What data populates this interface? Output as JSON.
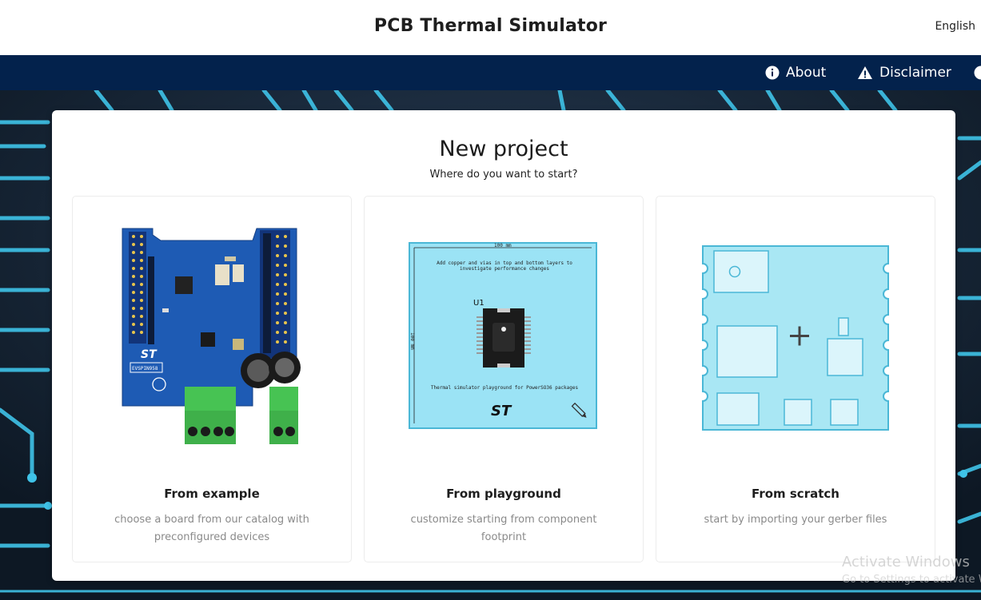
{
  "header": {
    "title": "PCB Thermal Simulator",
    "language": "English"
  },
  "nav": {
    "items": [
      {
        "label": "About",
        "icon": "info-icon"
      },
      {
        "label": "Disclaimer",
        "icon": "warning-icon"
      }
    ]
  },
  "panel": {
    "title": "New project",
    "subtitle": "Where do you want to start?"
  },
  "cards": [
    {
      "title": "From example",
      "description": "choose a board from our catalog with preconfigured devices"
    },
    {
      "title": "From playground",
      "description": "customize starting from component footprint"
    },
    {
      "title": "From scratch",
      "description": "start by importing your gerber files"
    }
  ],
  "playground_art": {
    "width_label": "100 mm",
    "height_label": "100 mm",
    "note": "Add copper and vias in top and bottom layers to investigate performance changes",
    "component": "U1",
    "caption": "Thermal simulator playground for PowerSO36 packages",
    "logo": "ST"
  },
  "example_art": {
    "board_label": "EVSPIN958",
    "logo": "ST"
  },
  "overlay": {
    "watermark_title": "Activate Windows",
    "watermark_sub": "Go to Settings to activate Windows."
  },
  "colors": {
    "nav_bg": "#03224c",
    "board_blue": "#1e5bb4",
    "playground_fill": "#9be3f5",
    "scratch_fill": "#a9e7f4"
  }
}
